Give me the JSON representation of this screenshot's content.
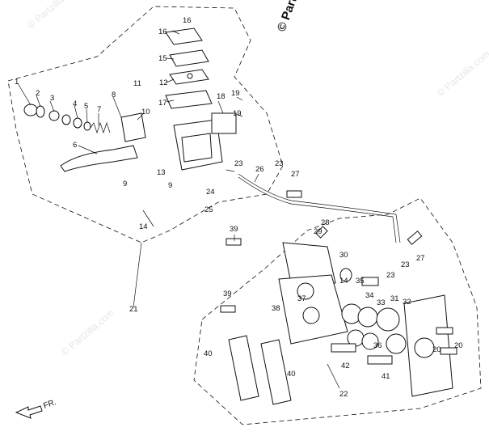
{
  "watermarks": {
    "brand_top": "© Partzilla",
    "brand_top_light": "© Partzilla.com",
    "brand_mid": "© Partzilla.com",
    "brand_left": "© Partzilla.com"
  },
  "direction_label": "FR.",
  "callouts": {
    "c1": "1",
    "c2": "2",
    "c3": "3",
    "c4": "4",
    "c5": "5",
    "c6": "6",
    "c7": "7",
    "c8": "8",
    "c9": "9",
    "c9b": "9",
    "c10": "10",
    "c11": "11",
    "c12": "12",
    "c13": "13",
    "c14a": "14",
    "c14b": "14",
    "c15": "15",
    "c16a": "16",
    "c16b": "16",
    "c17": "17",
    "c18": "18",
    "c19a": "19",
    "c19b": "19",
    "c20a": "20",
    "c20b": "20",
    "c21": "21",
    "c22": "22",
    "c23a": "23",
    "c23b": "23",
    "c23c": "23",
    "c23d": "23",
    "c24": "24",
    "c25": "25",
    "c26": "26",
    "c27a": "27",
    "c27b": "27",
    "c28": "28",
    "c29": "29",
    "c30": "30",
    "c31": "31",
    "c32": "32",
    "c33": "33",
    "c34": "34",
    "c35": "35",
    "c36": "36",
    "c37": "37",
    "c38": "38",
    "c39a": "39",
    "c39b": "39",
    "c40a": "40",
    "c40b": "40",
    "c41": "41",
    "c42": "42"
  }
}
